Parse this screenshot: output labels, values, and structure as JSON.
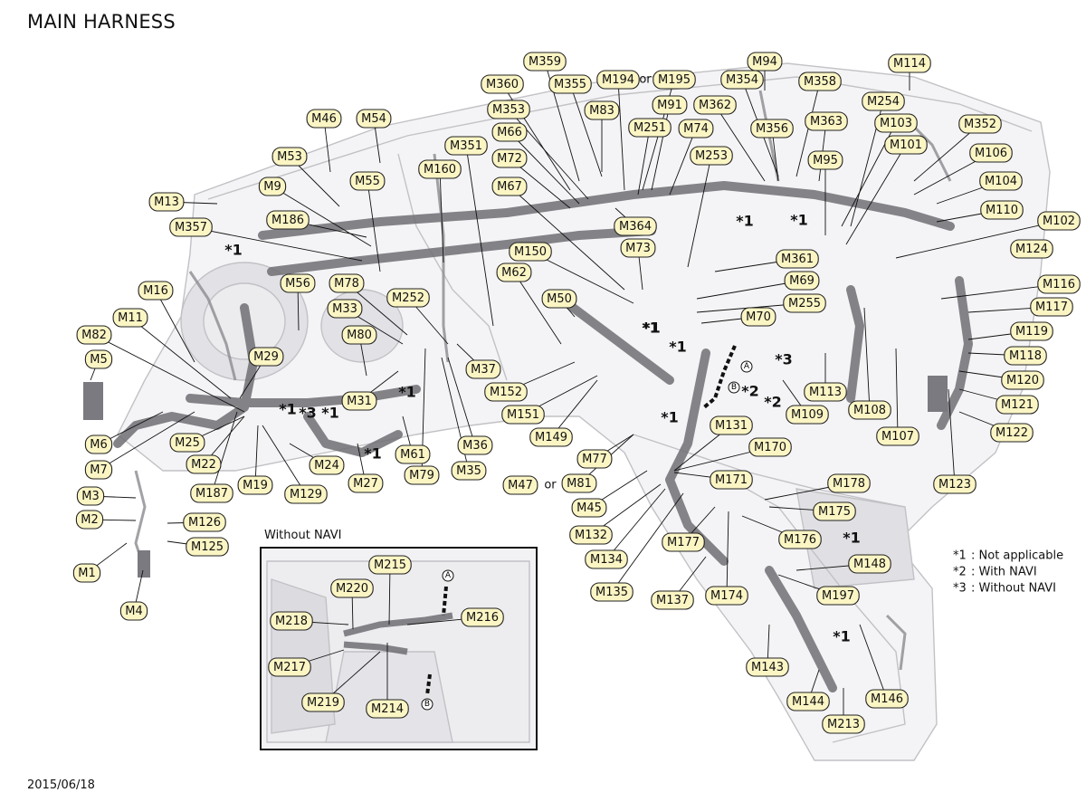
{
  "title": "MAIN HARNESS",
  "date": "2015/06/18",
  "inset_title": "Without NAVI",
  "legend": [
    {
      "mark": "*1",
      "text": ": Not applicable"
    },
    {
      "mark": "*2",
      "text": ": With NAVI"
    },
    {
      "mark": "*3",
      "text": ": Without NAVI"
    }
  ],
  "or_word": "or",
  "labels": [
    "M359",
    "M360",
    "M355",
    "M194",
    "M195",
    "M94",
    "M114",
    "M354",
    "M358",
    "M353",
    "M83",
    "M91",
    "M362",
    "M254",
    "M46",
    "M54",
    "M66",
    "M251",
    "M74",
    "M356",
    "M363",
    "M103",
    "M352",
    "M351",
    "M101",
    "M72",
    "M253",
    "M95",
    "M106",
    "M53",
    "M160",
    "M104",
    "M55",
    "M67",
    "M9",
    "M13",
    "M110",
    "M102",
    "M186",
    "M357",
    "M364",
    "M73",
    "M124",
    "M150",
    "M361",
    "M62",
    "M116",
    "M56",
    "M78",
    "M69",
    "M16",
    "M50",
    "M252",
    "M255",
    "M117",
    "M33",
    "M70",
    "M11",
    "M119",
    "M82",
    "M80",
    "M118",
    "M5",
    "M29",
    "M37",
    "M120",
    "M152",
    "M113",
    "M31",
    "M121",
    "M109",
    "M151",
    "M108",
    "M131",
    "M6",
    "M25",
    "M36",
    "M122",
    "M149",
    "M107",
    "M61",
    "M24",
    "M170",
    "M7",
    "M22",
    "M77",
    "M79",
    "M35",
    "M27",
    "M47",
    "M81",
    "M123",
    "M187",
    "M19",
    "M129",
    "M171",
    "M178",
    "M3",
    "M45",
    "M2",
    "M126",
    "M175",
    "M125",
    "M132",
    "M176",
    "M177",
    "M148",
    "M1",
    "M134",
    "M4",
    "M135",
    "M197",
    "M137",
    "M174",
    "M143",
    "M146",
    "M144",
    "M213",
    "M215",
    "M220",
    "M218",
    "M216",
    "M217",
    "M219",
    "M214"
  ],
  "stars": [
    "*1",
    "*1",
    "*1",
    "*1",
    "*1",
    "*1",
    "*1",
    "*3",
    "*1",
    "*2",
    "*3",
    "*2",
    "*1",
    "*1",
    "*1",
    "*1",
    "*1"
  ],
  "inset_markers": [
    "A",
    "B",
    "A",
    "B"
  ]
}
